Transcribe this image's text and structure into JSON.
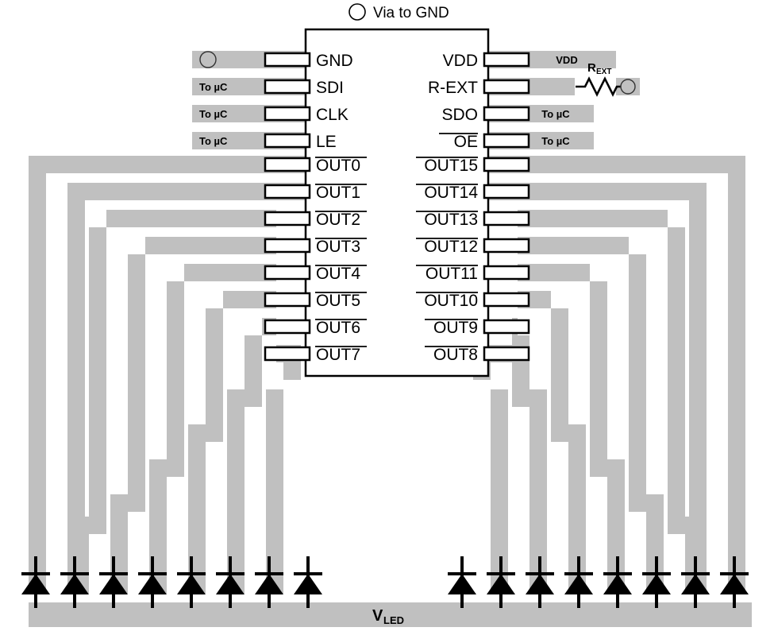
{
  "legend": {
    "via_label": "Via to GND",
    "via_icon": "circle-outline-icon"
  },
  "colors": {
    "copper_trace": "#c0c0c0",
    "outline": "#000000",
    "pad_fill": "#ffffff",
    "background": "#ffffff"
  },
  "ic": {
    "left_pins": [
      {
        "label": "GND",
        "overline": false,
        "trace_label": "",
        "has_via": true
      },
      {
        "label": "SDI",
        "overline": false,
        "trace_label": "To µC",
        "has_via": false
      },
      {
        "label": "CLK",
        "overline": false,
        "trace_label": "To µC",
        "has_via": false
      },
      {
        "label": "LE",
        "overline": false,
        "trace_label": "To µC",
        "has_via": false
      }
    ],
    "right_pins": [
      {
        "label": "VDD",
        "overline": false,
        "trace_label": "VDD",
        "has_resistor": false
      },
      {
        "label": "R-EXT",
        "overline": false,
        "trace_label": "",
        "has_resistor": true
      },
      {
        "label": "SDO",
        "overline": false,
        "trace_label": "To µC",
        "has_resistor": false
      },
      {
        "label": "OE",
        "overline": true,
        "trace_label": "To µC",
        "has_resistor": false
      }
    ],
    "left_outputs": [
      {
        "label": "OUT0",
        "overline": true
      },
      {
        "label": "OUT1",
        "overline": true
      },
      {
        "label": "OUT2",
        "overline": true
      },
      {
        "label": "OUT3",
        "overline": true
      },
      {
        "label": "OUT4",
        "overline": true
      },
      {
        "label": "OUT5",
        "overline": true
      },
      {
        "label": "OUT6",
        "overline": true
      },
      {
        "label": "OUT7",
        "overline": true
      }
    ],
    "right_outputs": [
      {
        "label": "OUT15",
        "overline": true
      },
      {
        "label": "OUT14",
        "overline": true
      },
      {
        "label": "OUT13",
        "overline": true
      },
      {
        "label": "OUT12",
        "overline": true
      },
      {
        "label": "OUT11",
        "overline": true
      },
      {
        "label": "OUT10",
        "overline": true
      },
      {
        "label": "OUT9",
        "overline": true
      },
      {
        "label": "OUT8",
        "overline": true
      }
    ]
  },
  "resistor": {
    "label_main": "R",
    "label_sub": "EXT",
    "symbol": "resistor-zigzag-icon"
  },
  "power_rail": {
    "label_main": "V",
    "label_sub": "LED"
  },
  "leds": {
    "count": 16,
    "symbol": "led-diode-icon"
  }
}
